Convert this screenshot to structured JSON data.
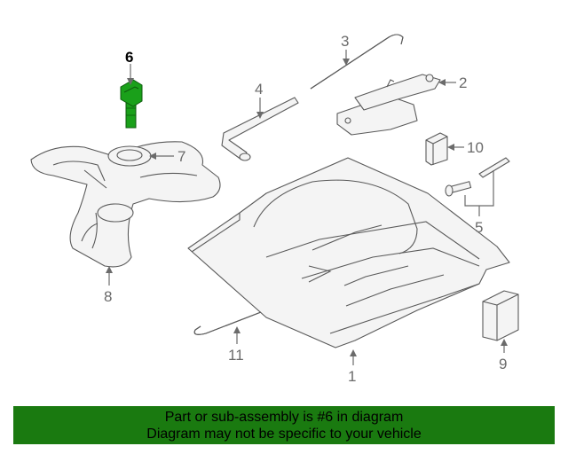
{
  "diagram": {
    "callouts": {
      "c1": "1",
      "c2": "2",
      "c3": "3",
      "c4": "4",
      "c5": "5",
      "c6": "6",
      "c7": "7",
      "c8": "8",
      "c9": "9",
      "c10": "10",
      "c11": "11"
    },
    "highlight_part": "6",
    "colors": {
      "highlight": "#1aa01a",
      "banner": "#1a7a10",
      "line": "#5a5a5a"
    }
  },
  "banner": {
    "line1": "Part or sub-assembly is #6 in diagram",
    "line2": "Diagram may not be specific to your vehicle"
  }
}
